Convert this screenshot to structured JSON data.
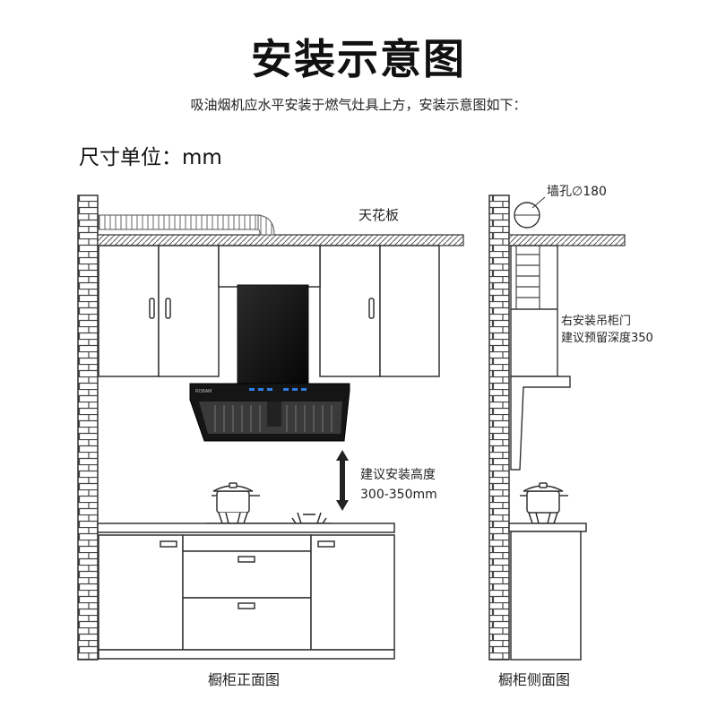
{
  "title": "安装示意图",
  "subtitle": "吸油烟机应水平安装于燃气灶具上方，安装示意图如下：",
  "unit_text": "尺寸单位：mm",
  "front_view": {
    "ceiling_label": "天花板",
    "height_label_line1": "建议安装高度",
    "height_label_line2": "300-350mm",
    "caption": "橱柜正面图",
    "hood_brand": "ROBAM"
  },
  "side_view": {
    "wall_hole_label": "墙孔∅180",
    "cabinet_note_line1": "右安装吊柜门",
    "cabinet_note_line2": "建议预留深度350",
    "caption": "橱柜侧面图"
  }
}
